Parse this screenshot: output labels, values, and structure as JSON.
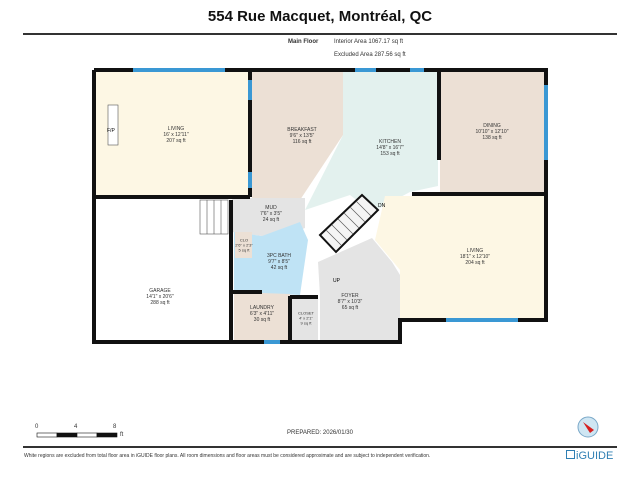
{
  "header": {
    "title": "554 Rue Macquet, Montréal, QC",
    "floor_label": "Main Floor",
    "interior_area": "Interior Area 1067.17 sq ft",
    "excluded_area": "Excluded Area 287.56 sq ft"
  },
  "rooms": [
    {
      "name": "LIVING",
      "dims": "16' x 12'11\"",
      "area": "207 sq ft"
    },
    {
      "name": "BREAKFAST",
      "dims": "9'6\" x 13'5\"",
      "area": "116 sq ft"
    },
    {
      "name": "KITCHEN",
      "dims": "14'8\" x 16'7\"",
      "area": "153 sq ft"
    },
    {
      "name": "DINING",
      "dims": "10'10\" x 12'10\"",
      "area": "138 sq ft"
    },
    {
      "name": "MUD",
      "dims": "7'6\" x 3'5\"",
      "area": "24 sq ft"
    },
    {
      "name": "CLO",
      "dims": "2'6\" x 2'3\"",
      "area": "5 sq ft"
    },
    {
      "name": "3PC BATH",
      "dims": "9'7\" x 8'5\"",
      "area": "42 sq ft"
    },
    {
      "name": "GARAGE",
      "dims": "14'1\" x 20'6\"",
      "area": "288 sq ft"
    },
    {
      "name": "LAUNDRY",
      "dims": "6'3\" x 4'11\"",
      "area": "30 sq ft"
    },
    {
      "name": "CLOSET",
      "dims": "4' x 2'1\"",
      "area": "9 sq ft"
    },
    {
      "name": "FOYER",
      "dims": "8'7\" x 10'3\"",
      "area": "65 sq ft"
    },
    {
      "name": "LIVING",
      "dims": "18'1\" x 12'10\"",
      "area": "204 sq ft"
    }
  ],
  "labels": {
    "fireplace": "F/P",
    "down": "DN",
    "up": "UP"
  },
  "scale": {
    "t0": "0",
    "t1": "4",
    "t2": "8",
    "unit": "ft"
  },
  "footer": {
    "prepared": "PREPARED: 2026/01/30",
    "disclaimer": "White regions are excluded from total floor area in iGUIDE floor plans. All room dimensions and floor areas must be considered approximate and are subject to independent verification.",
    "brand": "iGUIDE"
  },
  "colors": {
    "wall": "#111111",
    "window": "#3a98d4",
    "cream": "#fdf7e4",
    "beige": "#ece0d5",
    "mint": "#e3f1ee",
    "grey": "#e4e4e4",
    "blue": "#bfe3f5"
  }
}
